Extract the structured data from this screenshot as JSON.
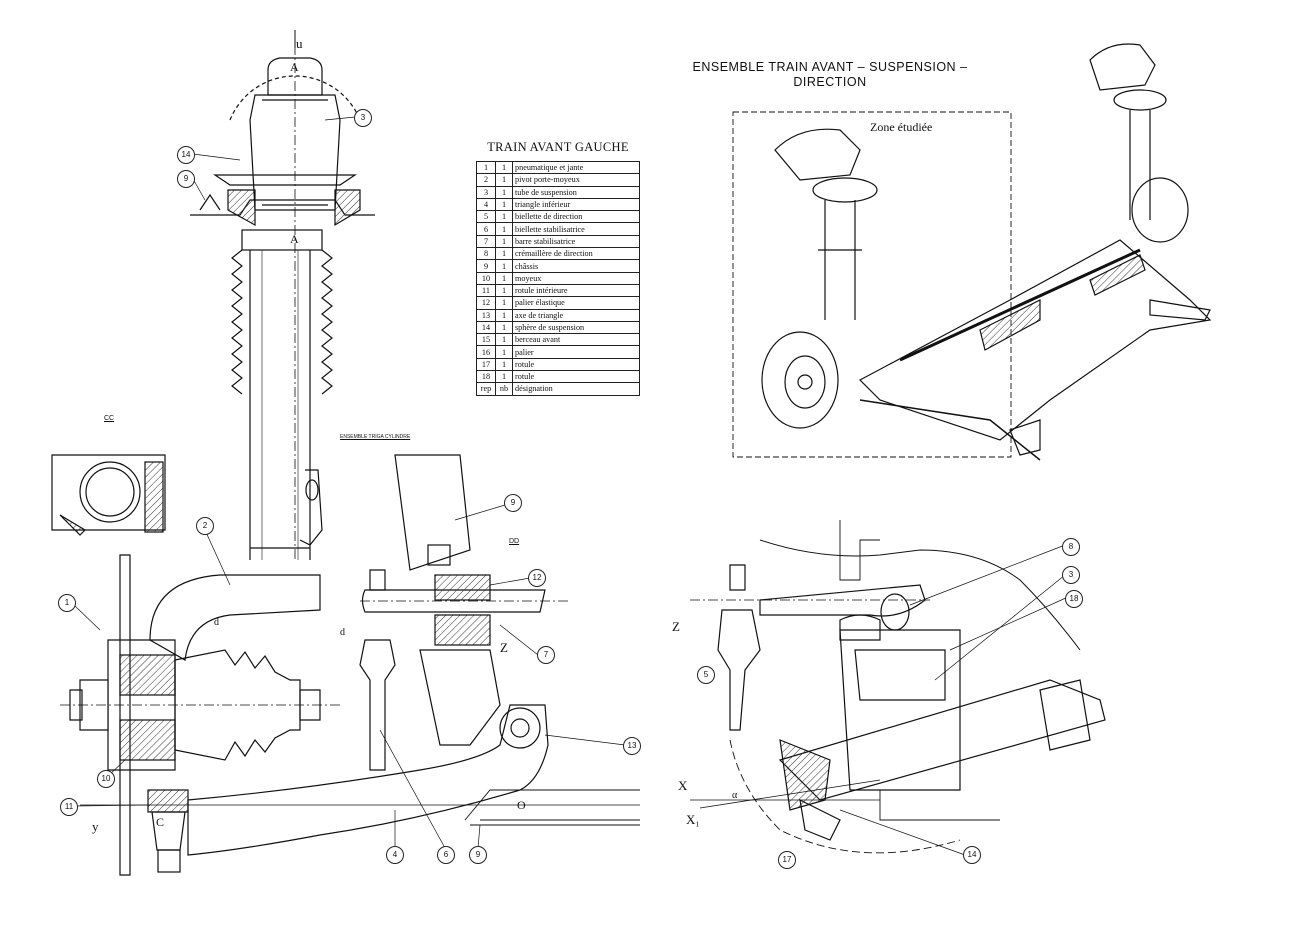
{
  "title": {
    "line1": "ENSEMBLE TRAIN AVANT – SUSPENSION –",
    "line2": "DIRECTION"
  },
  "bom": {
    "title": "TRAIN AVANT GAUCHE",
    "rows": [
      {
        "rep": "1",
        "nb": "1",
        "designation": "pneumatique et jante"
      },
      {
        "rep": "2",
        "nb": "1",
        "designation": "pivot porte-moyeux"
      },
      {
        "rep": "3",
        "nb": "1",
        "designation": "tube de suspension"
      },
      {
        "rep": "4",
        "nb": "1",
        "designation": "triangle inférieur"
      },
      {
        "rep": "5",
        "nb": "1",
        "designation": "biellette de direction"
      },
      {
        "rep": "6",
        "nb": "1",
        "designation": "biellette stabilisatrice"
      },
      {
        "rep": "7",
        "nb": "1",
        "designation": "barre stabilisatrice"
      },
      {
        "rep": "8",
        "nb": "1",
        "designation": "crémaillère de direction"
      },
      {
        "rep": "9",
        "nb": "1",
        "designation": "châssis"
      },
      {
        "rep": "10",
        "nb": "1",
        "designation": "moyeux"
      },
      {
        "rep": "11",
        "nb": "1",
        "designation": "rotule intérieure"
      },
      {
        "rep": "12",
        "nb": "1",
        "designation": "palier élastique"
      },
      {
        "rep": "13",
        "nb": "1",
        "designation": "axe de triangle"
      },
      {
        "rep": "14",
        "nb": "1",
        "designation": "sphère de suspension"
      },
      {
        "rep": "15",
        "nb": "1",
        "designation": "berceau avant"
      },
      {
        "rep": "16",
        "nb": "1",
        "designation": "palier"
      },
      {
        "rep": "17",
        "nb": "1",
        "designation": "rotule"
      },
      {
        "rep": "18",
        "nb": "1",
        "designation": "rotule"
      }
    ],
    "header": {
      "rep": "rep",
      "nb": "nb",
      "designation": "désignation"
    }
  },
  "zone_label": "Zone étudiée",
  "sections": {
    "cc": "CC",
    "dd": "DD",
    "ensemble": "ENSEMBLE TRIGA CYLINDRE"
  },
  "letters": {
    "a_top": "A",
    "a_mid": "A",
    "c": "C",
    "o": "O",
    "d1": "d",
    "d2": "d"
  },
  "vectors": {
    "u": "u",
    "y": "y",
    "z_mid": "Z",
    "z_right": "Z",
    "x": "X",
    "x1": "X₁",
    "alpha": "α"
  },
  "callouts": {
    "c1": "1",
    "c2": "2",
    "c3": "3",
    "c4": "4",
    "c6": "6",
    "c7": "7",
    "c9a": "9",
    "c9b": "9",
    "c9c": "9",
    "c10": "10",
    "c11": "11",
    "c12": "12",
    "c13": "13",
    "c14": "14",
    "r8": "8",
    "r3": "3",
    "r18": "18",
    "r5": "5",
    "r17": "17",
    "r14": "14"
  },
  "colors": {
    "ink": "#111111",
    "paper": "#ffffff",
    "hatch": "#333333"
  }
}
